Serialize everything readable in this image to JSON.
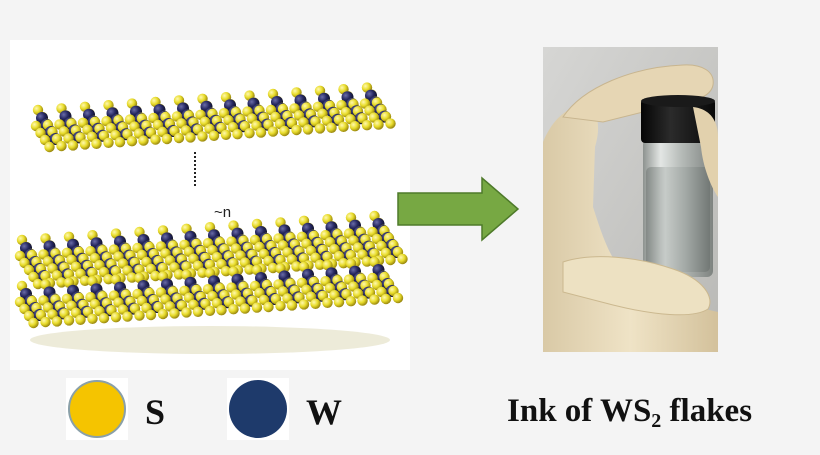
{
  "diagram": {
    "interlayer_label": "~n",
    "legend": [
      {
        "label": "S",
        "color": "#f5c400"
      },
      {
        "label": "W",
        "color": "#1e3a6b"
      }
    ],
    "caption": {
      "prefix": "Ink of WS",
      "subscript": "2",
      "suffix": " flakes"
    },
    "colors": {
      "sulfur": "#e8dc2a",
      "tungsten": "#262860",
      "arrow_fill": "#77a843",
      "arrow_stroke": "#4e7a2a"
    }
  }
}
